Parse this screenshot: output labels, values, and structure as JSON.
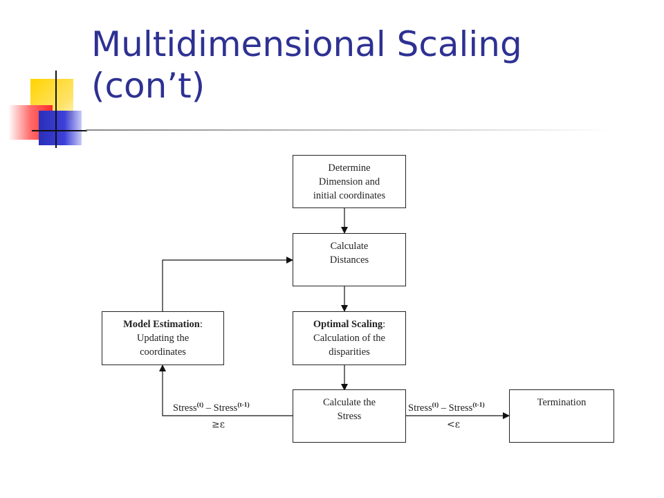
{
  "title": {
    "line1": "Multidimensional Scaling",
    "line2": "(con’t)"
  },
  "colors": {
    "title": "#2e3192",
    "logo_yellow": "#ffd400",
    "logo_red": "#ff2a2a",
    "logo_blue": "#2a2fb8"
  },
  "diagram": {
    "determine": {
      "lines": [
        "Determine",
        "Dimension and",
        "initial coordinates"
      ]
    },
    "distances": {
      "lines": [
        "Calculate",
        "Distances"
      ]
    },
    "optimal": {
      "bold": "Optimal Scaling",
      "rest": ":",
      "lines": [
        "Calculation of the",
        "disparities"
      ]
    },
    "model": {
      "bold": "Model Estimation",
      "rest": ":",
      "lines": [
        "Updating the",
        "coordinates"
      ]
    },
    "stress": {
      "lines": [
        "Calculate the",
        "Stress"
      ]
    },
    "termination": {
      "lines": [
        "Termination"
      ]
    },
    "left_edge": {
      "a": "Stress",
      "sup_a": "(t)",
      "dash": " – Stress",
      "sup_b": "(t-1)",
      "cond": "≥ε"
    },
    "right_edge": {
      "a": "Stress",
      "sup_a": "(t)",
      "dash": " – Stress",
      "sup_b": "(t-1)",
      "cond": "<ε"
    }
  }
}
